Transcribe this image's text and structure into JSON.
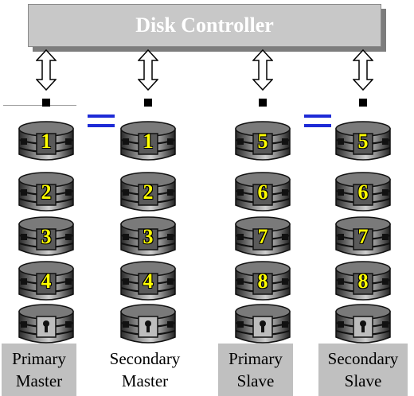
{
  "controller": {
    "title": "Disk Controller",
    "fill": "#c8c8c8",
    "shadow": "#7d7d7d",
    "text_color": "#ffffff"
  },
  "colors": {
    "disk_number": "#ffff00",
    "equals": "#1d2ad6",
    "label_fill": "#c0c0c0"
  },
  "columns": [
    {
      "label": "Primary\nMaster",
      "label_bg": "#c0c0c0",
      "disks": [
        {
          "number": "1",
          "style": "hollow"
        },
        {
          "number": "2",
          "style": "hollow"
        },
        {
          "number": "3",
          "style": "hollow"
        },
        {
          "number": "4",
          "style": "hollow"
        },
        {
          "number": "",
          "style": "lock"
        }
      ]
    },
    {
      "label": "Secondary\nMaster",
      "label_bg": "#ffffff",
      "disks": [
        {
          "number": "1",
          "style": "hollow"
        },
        {
          "number": "2",
          "style": "hollow"
        },
        {
          "number": "3",
          "style": "hollow"
        },
        {
          "number": "4",
          "style": "hollow"
        },
        {
          "number": "",
          "style": "lock"
        }
      ]
    },
    {
      "label": "Primary\nSlave",
      "label_bg": "#c0c0c0",
      "disks": [
        {
          "number": "5",
          "style": "hollow"
        },
        {
          "number": "6",
          "style": "hollow"
        },
        {
          "number": "7",
          "style": "hollow"
        },
        {
          "number": "8",
          "style": "hollow"
        },
        {
          "number": "",
          "style": "lock"
        }
      ]
    },
    {
      "label": "Secondary\nSlave",
      "label_bg": "#c0c0c0",
      "disks": [
        {
          "number": "5",
          "style": "hollow"
        },
        {
          "number": "6",
          "style": "hollow"
        },
        {
          "number": "7",
          "style": "hollow"
        },
        {
          "number": "8",
          "style": "hollow"
        },
        {
          "number": "",
          "style": "lock"
        }
      ]
    }
  ],
  "equals_signs": [
    {
      "between": [
        "Primary Master",
        "Secondary Master"
      ]
    },
    {
      "between": [
        "Primary Slave",
        "Secondary Slave"
      ]
    }
  ]
}
